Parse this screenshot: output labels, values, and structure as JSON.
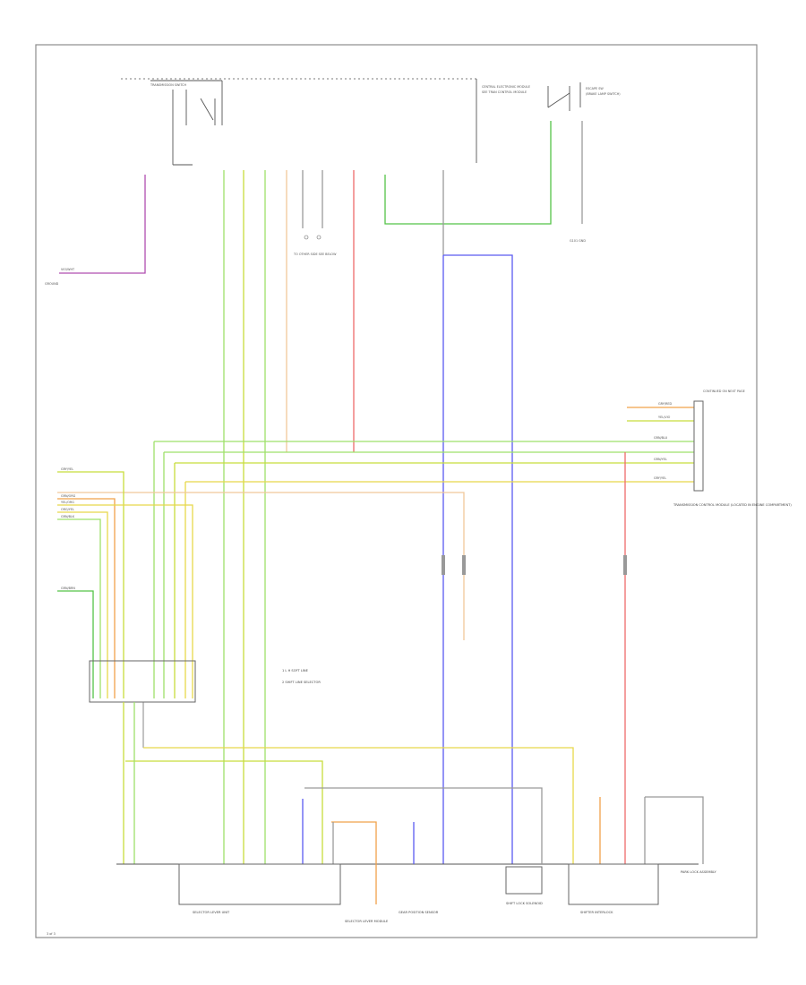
{
  "page_id": "3 of 3",
  "colors": {
    "green": "#55c447",
    "lightgreen": "#9ee06a",
    "yellowgreen": "#c8dd3c",
    "yellow": "#e8d84a",
    "orange": "#f0a24a",
    "red": "#ef6a6a",
    "blue": "#5a5af0",
    "violet": "#b04fb0",
    "tan": "#d8b884",
    "gray": "#9a9a9a"
  },
  "components": {
    "top_switch": "TRANSMISSION SWITCH",
    "center_relay": "CENTRAL ELECTRONIC MODULE",
    "center_note": "SEE TRAN CONTROL MODULE",
    "top_right_switch": "ESCAPE SW",
    "top_right_note": "(BRAKE LAMP SWITCH)",
    "ground_left": "GROUND",
    "splice_center": "TO OTHER SIDE SEE BELOW",
    "ground_g1": "G101 GND",
    "right_connector_block": "TRANSMISSION CONTROL MODULE (LOCATED IN ENGINE COMPARTMENT)",
    "right_connector_note": "CONTINUED ON NEXT PAGE",
    "legend_1": "1  L H  SOFT LINE",
    "legend_2": "2  SHIFT LINE SELECTOR",
    "bottom_1": "SELECTOR LEVER UNIT",
    "bottom_2": "SELECTOR LEVER MODULE",
    "bottom_3": "GEAR POSITION SENSOR",
    "bottom_4": "SHIFT LOCK SOLENOID",
    "bottom_5": "SHIFTER INTERLOCK",
    "bottom_6": "PARK LOCK ASSEMBLY"
  },
  "wire_labels": {
    "left_top": "VIO/WHT",
    "left_1": "GRY/YEL",
    "left_2": "GRN/ORG",
    "left_3": "YEL/ORG",
    "left_4": "ORG/YEL",
    "left_5": "GRN/BLK",
    "left_6": "GRN/BRN",
    "right_1": "GRY/RED",
    "right_2": "YEL/VIO",
    "right_3": "GRN/BLU",
    "right_4": "GRN/YEL",
    "right_5": "GRY/YEL"
  }
}
